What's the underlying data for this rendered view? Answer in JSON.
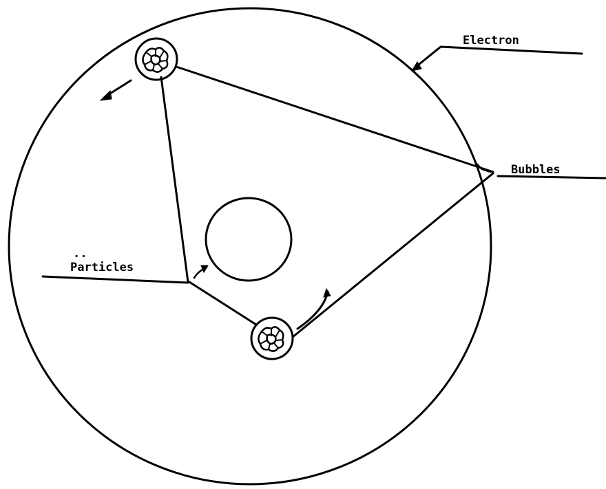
{
  "labels": {
    "electron": "Electron",
    "bubbles": "Bubbles",
    "particles": "Particles",
    "particles_dots": ".."
  },
  "colors": {
    "ink": "#000000",
    "background": "#ffffff"
  }
}
